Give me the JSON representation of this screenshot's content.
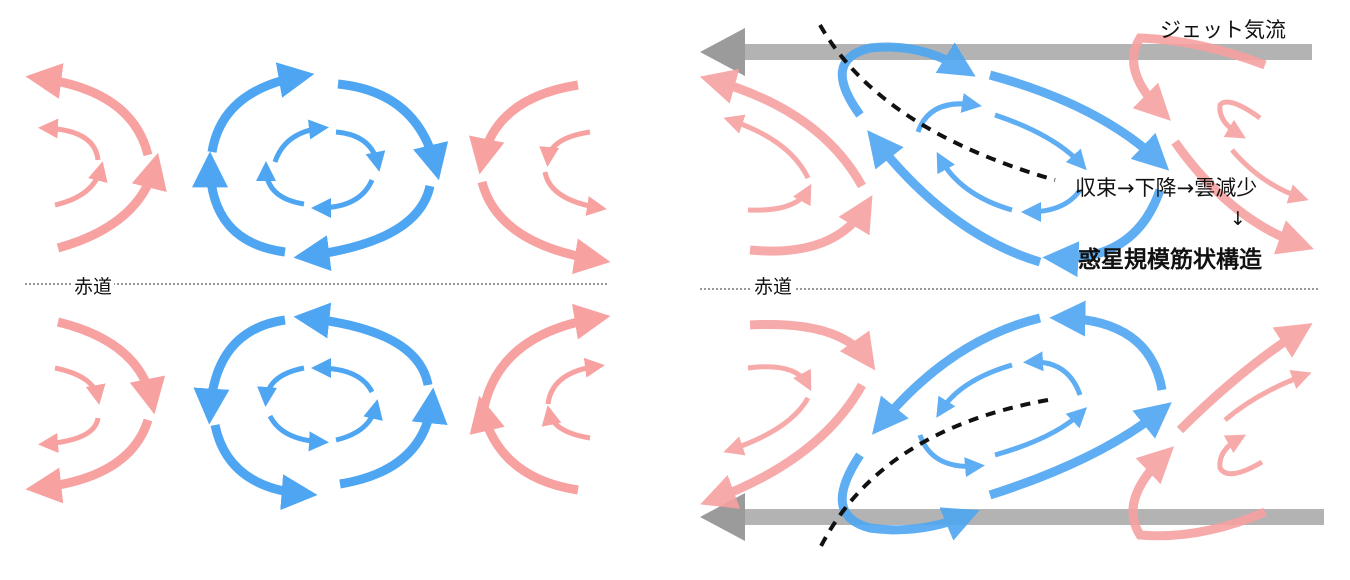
{
  "labels": {
    "equator_left": "赤道",
    "equator_right": "赤道",
    "jet_stream": "ジェット気流",
    "convergence": "収束→下降→雲減少",
    "down_arrow": "↓",
    "banded_structure": "惑星規模筋状構造"
  },
  "colors": {
    "anticyclone_pink": "#f7a1a1",
    "cyclone_blue": "#4ea6f2",
    "jet_gray": "#9a9a9a",
    "dashed_line": "#111111"
  },
  "icons": [
    "circulation-arrow-icon",
    "jet-stream-arrow-icon"
  ]
}
